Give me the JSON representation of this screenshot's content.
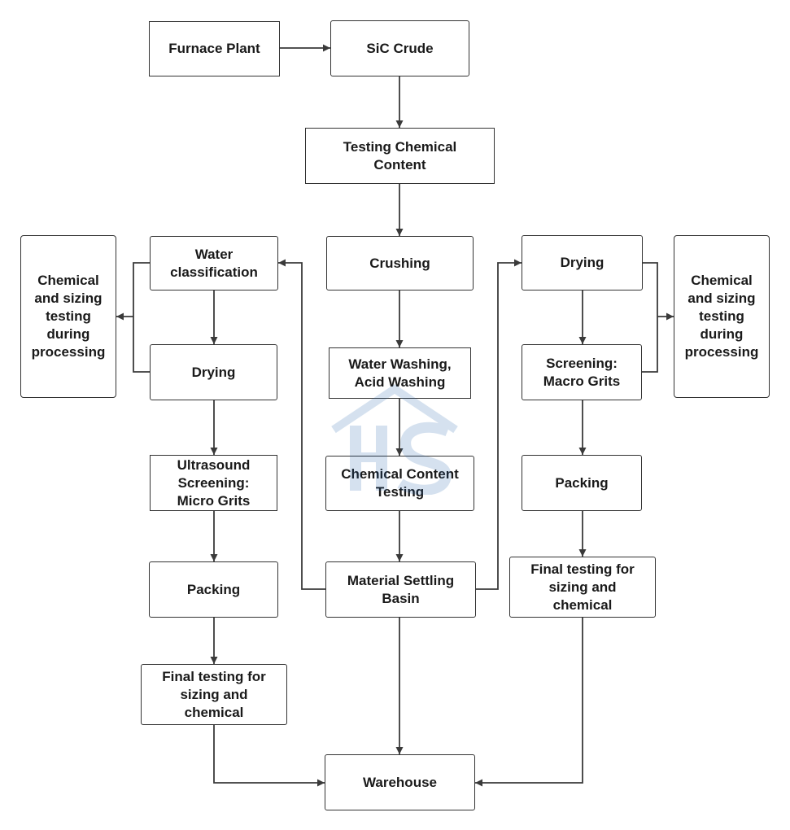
{
  "nodes": {
    "furnace_plant": "Furnace Plant",
    "sic_crude": "SiC Crude",
    "testing_chemical_content": "Testing Chemical\nContent",
    "crushing": "Crushing",
    "water_acid_washing": "Water Washing,\nAcid Washing",
    "chemical_content_testing": "Chemical Content\nTesting",
    "material_settling_basin": "Material Settling\nBasin",
    "warehouse": "Warehouse",
    "water_classification": "Water\nclassification",
    "drying_left": "Drying",
    "ultrasound_screening": "Ultrasound\nScreening:\nMicro Grits",
    "packing_left": "Packing",
    "final_testing_left": "Final testing for\nsizing and\nchemical",
    "chemical_sizing_left": "Chemical\nand sizing\ntesting\nduring\nprocessing",
    "drying_right": "Drying",
    "screening_macro": "Screening:\nMacro Grits",
    "packing_right": "Packing",
    "final_testing_right": "Final testing for\nsizing and\nchemical",
    "chemical_sizing_right": "Chemical\nand sizing\ntesting\nduring\nprocessing"
  },
  "colors": {
    "line": "#3a3a3a",
    "border": "#333333",
    "watermark": "#1f5fa8"
  }
}
